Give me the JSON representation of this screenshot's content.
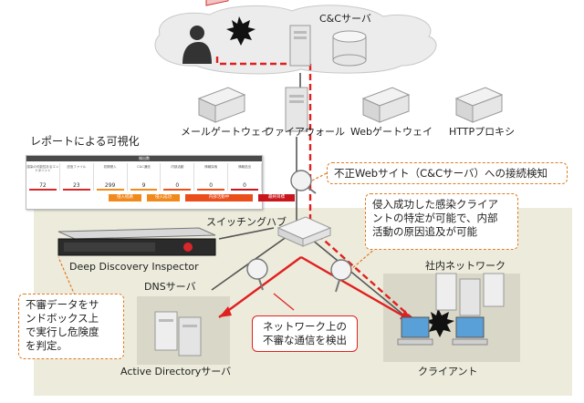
{
  "labels": {
    "cc_server": "C&Cサーバ",
    "mail_gateway": "メールゲートウェイ",
    "firewall": "ファイアウォール",
    "web_gateway": "Webゲートウェイ",
    "http_proxy": "HTTPプロキシ",
    "report_title": "レポートによる可視化",
    "switching_hub": "スイッチングハブ",
    "ddi": "Deep Discovery Inspector",
    "dns_server": "DNSサーバ",
    "internal_network": "社内ネットワーク",
    "active_directory": "Active Directoryサーバ",
    "client": "クライアント"
  },
  "callouts": {
    "unauthorized_site": "不正Webサイト（C&Cサーバ）への接続検知",
    "infected_client": [
      "侵入成功した感染クライア",
      "ントの特定が可能で、内部",
      "活動の原因追及が可能"
    ],
    "suspicious_traffic": [
      "ネットワーク上の",
      "不審な通信を検出"
    ],
    "sandbox": [
      "不審データをサ",
      "ンドボックス上",
      "で実行し危険度",
      "を判定。"
    ]
  },
  "report": {
    "header": "検出数",
    "columns": [
      {
        "head": "感染の可能性あるエンドポイント",
        "value": "72",
        "color": "#d9262b"
      },
      {
        "head": "送信ファイル",
        "value": "23",
        "color": "#d9262b"
      },
      {
        "head": "初期侵入",
        "value": "299",
        "color": "#f08a1d"
      },
      {
        "head": "C&C通信",
        "value": "9",
        "color": "#f08a1d"
      },
      {
        "head": "内部活動",
        "value": "0",
        "color": "#e94e1b"
      },
      {
        "head": "情報探索",
        "value": "0",
        "color": "#e94e1b"
      },
      {
        "head": "情報送出",
        "value": "0",
        "color": "#c9161d"
      }
    ],
    "stages": [
      {
        "label": "侵入経路",
        "color": "#f08a1d"
      },
      {
        "label": "侵入成功",
        "color": "#f08a1d"
      },
      {
        "label": "内部活動中",
        "color": "#e94e1b"
      },
      {
        "label": "最終目標",
        "color": "#c9161d"
      }
    ]
  },
  "colors": {
    "accent_red": "#e02020",
    "callout_border": "#e07b1f",
    "zone_fill": "#ecebdc",
    "cloud_fill": "#ececec"
  }
}
